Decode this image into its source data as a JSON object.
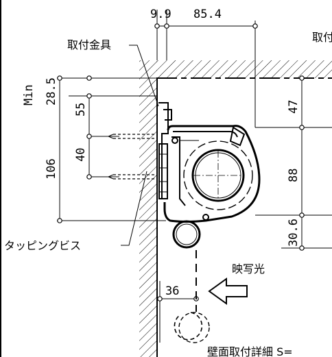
{
  "labels": {
    "bracket": "取付金具",
    "screw": "タッピングビス",
    "projection_light": "映写光",
    "detail_title": "壁面取付詳細 S=",
    "top_right_cut": "取付"
  },
  "dimensions": {
    "top_left": "9.9",
    "top_main": "85.4",
    "min_label": "Min",
    "left_28_5": "28.5",
    "left_55": "55",
    "left_40": "40",
    "left_106": "106",
    "right_47": "47",
    "right_88": "88",
    "right_30_6": "30.6",
    "bottom_36": "36"
  }
}
